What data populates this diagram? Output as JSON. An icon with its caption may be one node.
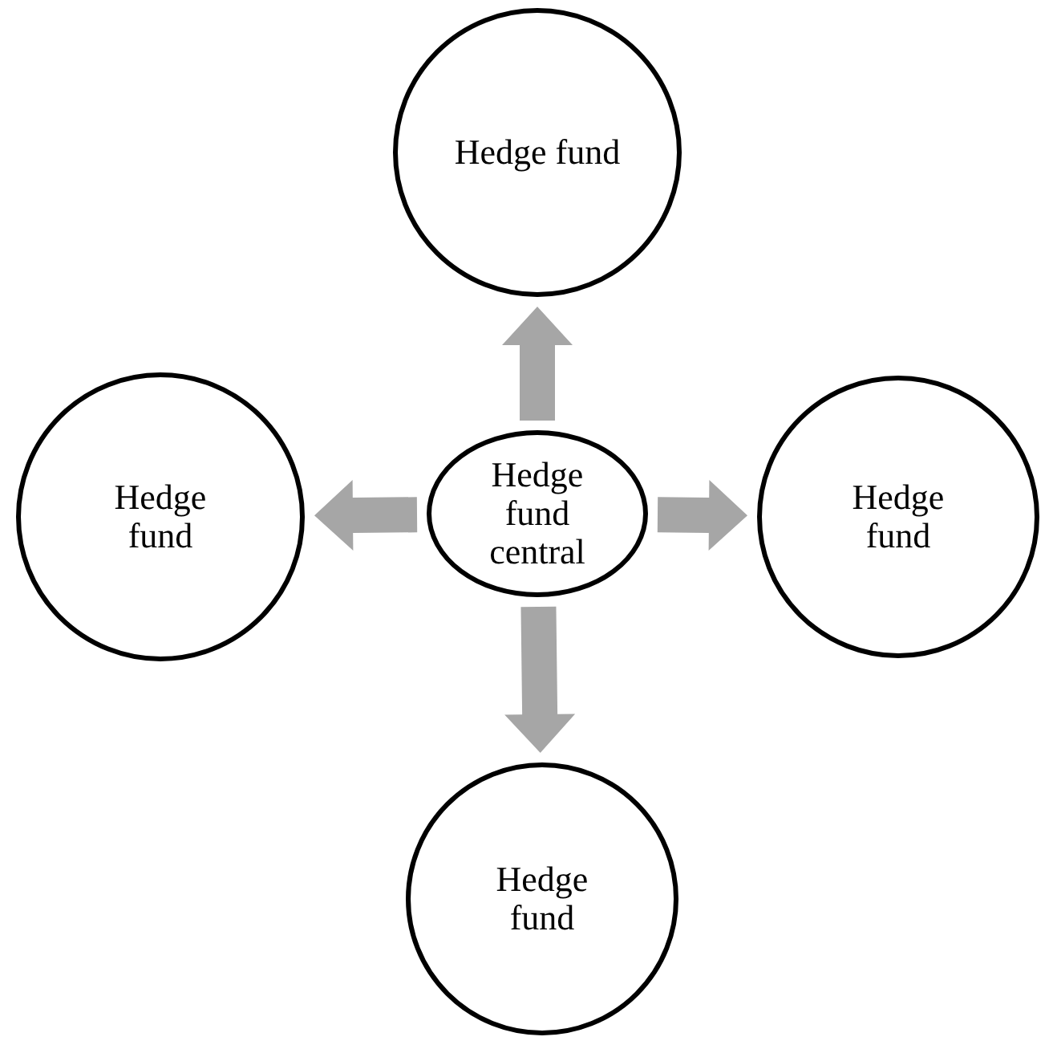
{
  "diagram": {
    "nodes": [
      {
        "text": [
          "Hedge fund central"
        ]
      },
      {
        "text": [
          "Hedge fund"
        ]
      },
      {
        "text": [
          "Hedge fund"
        ]
      },
      {
        "text": [
          "Hedge fund"
        ]
      },
      {
        "text": [
          "Hedge fund"
        ]
      }
    ],
    "edges": [
      {
        "from": 0,
        "to": 1,
        "arrow": "to"
      },
      {
        "from": 0,
        "to": 2,
        "arrow": "to"
      },
      {
        "from": 0,
        "to": 3,
        "arrow": "to"
      },
      {
        "from": 0,
        "to": 4,
        "arrow": "to"
      }
    ]
  }
}
